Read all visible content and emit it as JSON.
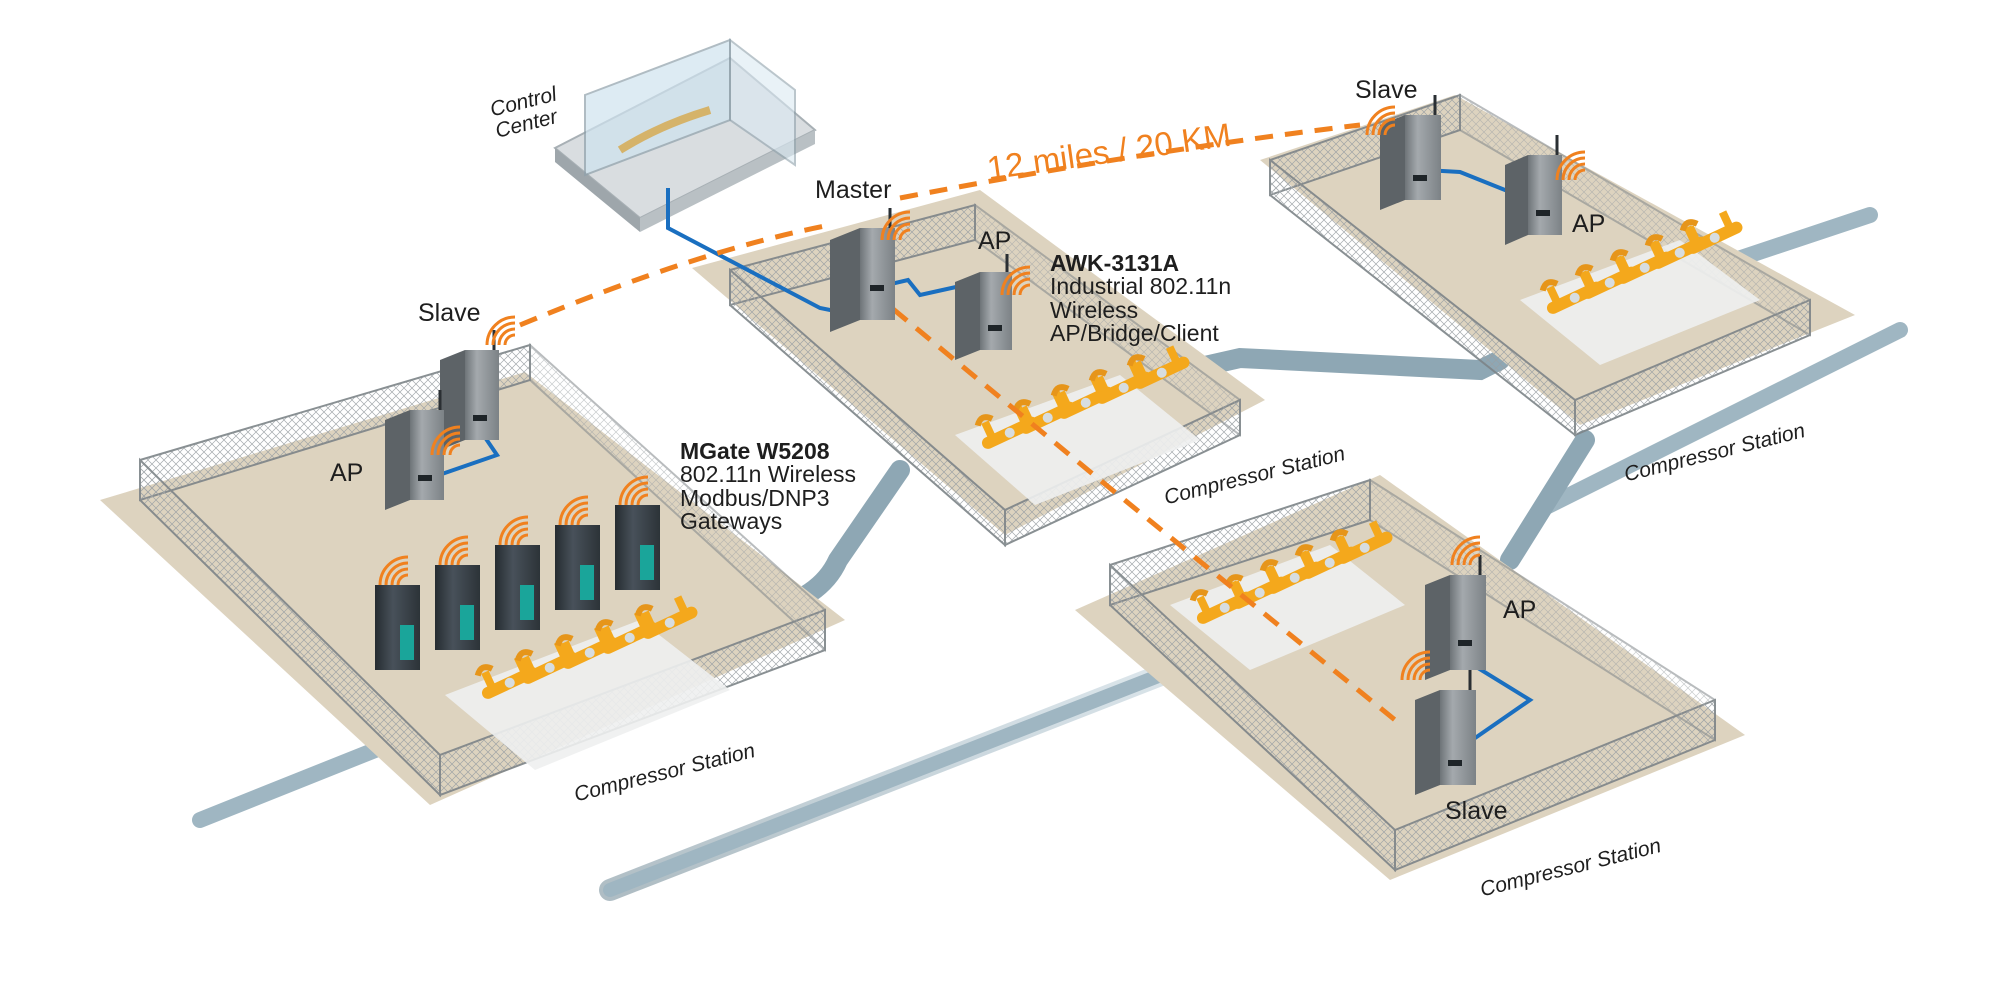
{
  "colors": {
    "ground": "#ddd3bf",
    "pipe": "#9fb6c2",
    "pipe_dark": "#6f8894",
    "valve": "#f4a81c",
    "link_wireless": "#f0811f",
    "link_ethernet": "#1a6fc0",
    "device_gray": "#8d9296",
    "device_dark": "#3a4249",
    "device_teal": "#1aa59a"
  },
  "control_center": {
    "label_line1": "Control",
    "label_line2": "Center"
  },
  "distance_label": "12 miles / 20 KM",
  "nodes": {
    "master": "Master",
    "ap_center": "AP",
    "slave_left": "Slave",
    "ap_left": "AP",
    "slave_top_right": "Slave",
    "ap_top_right": "AP",
    "ap_bottom_right": "AP",
    "slave_bottom_right": "Slave"
  },
  "products": {
    "awk": {
      "name": "AWK-3131A",
      "line1": "Industrial 802.11n",
      "line2": "Wireless",
      "line3": "AP/Bridge/Client"
    },
    "mgate": {
      "name": "MGate W5208",
      "line1": "802.11n Wireless",
      "line2": "Modbus/DNP3",
      "line3": "Gateways"
    }
  },
  "stations": {
    "left": "Compressor Station",
    "center": "Compressor Station",
    "top_right": "Compressor Station",
    "bottom_right": "Compressor Station"
  },
  "icons": {
    "wireless": "wifi-waves-icon",
    "device": "industrial-device-icon",
    "pipeline": "pipeline-icon",
    "fence": "fence-icon"
  }
}
